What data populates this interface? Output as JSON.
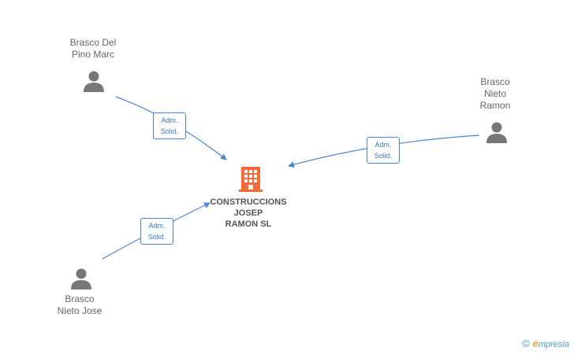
{
  "company": {
    "name": "CONSTRUCCIONS\nJOSEP\nRAMON SL",
    "color": "#f26b3a"
  },
  "persons": [
    {
      "name": "Brasco Del\nPino Marc",
      "relation": "Adm.\nSolid."
    },
    {
      "name": "Brasco\nNieto\nRamon",
      "relation": "Adm.\nSolid."
    },
    {
      "name": "Brasco\nNieto Jose",
      "relation": "Adm.\nSolid."
    }
  ],
  "colors": {
    "edge": "#4a86d6",
    "person_icon": "#777777"
  },
  "brand": {
    "copyright_symbol": "©",
    "initial": "e",
    "name": "mpresia"
  }
}
